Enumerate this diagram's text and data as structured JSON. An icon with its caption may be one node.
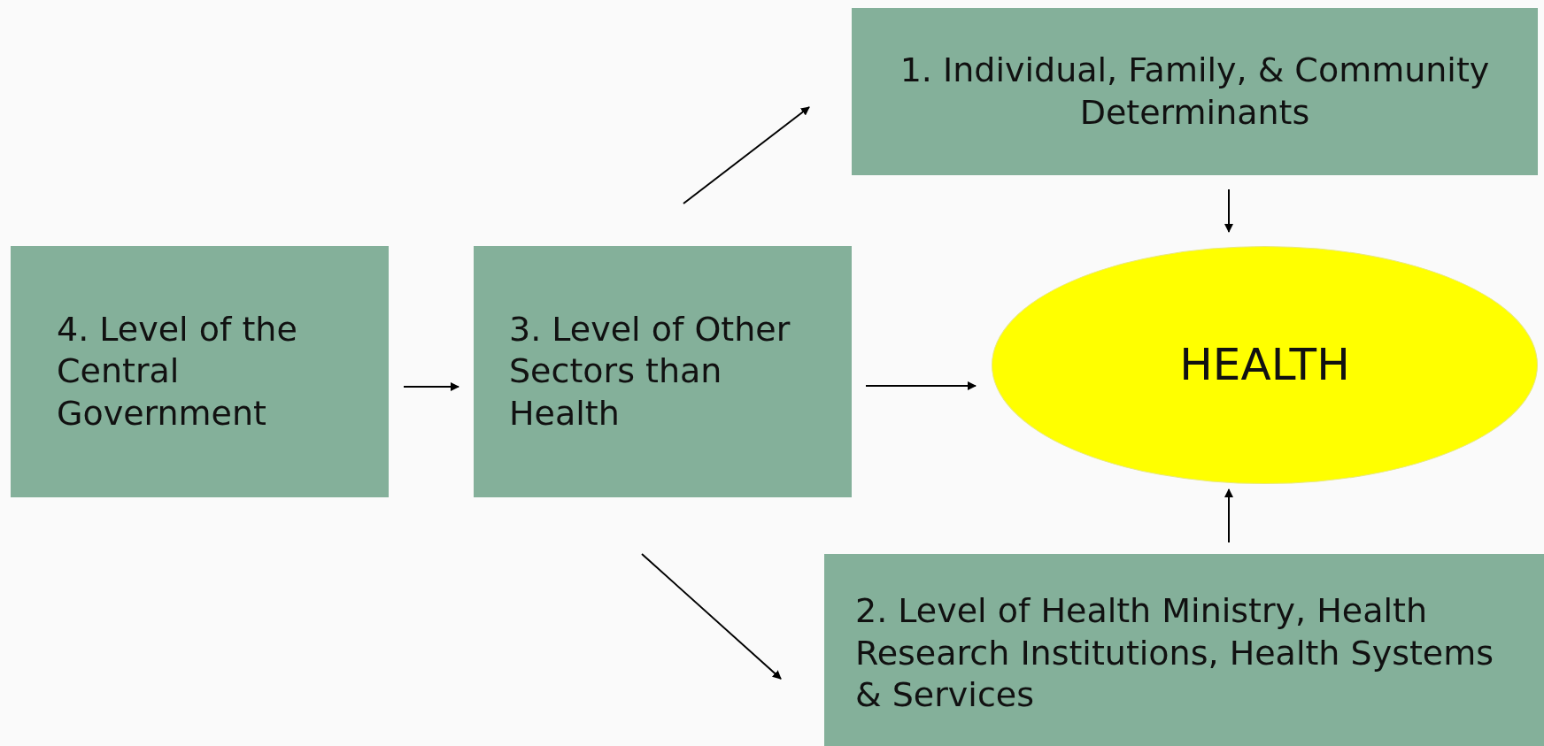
{
  "diagram": {
    "nodes": [
      {
        "text": [
          "1. Individual, Family, & Community Determinants"
        ]
      },
      {
        "text": [
          "HEALTH"
        ]
      },
      {
        "text": [
          "4. Level of the Central Government"
        ]
      },
      {
        "text": [
          "3. Level of Other Sectors than Health"
        ]
      },
      {
        "text": [
          "2. Level of Health Ministry, Health Research Institutions, Health Systems & Services"
        ]
      }
    ],
    "edges": [
      {
        "from": 2,
        "to": 3,
        "arrow": "to"
      },
      {
        "from": 3,
        "to": 1,
        "arrow": "to"
      },
      {
        "from": 3,
        "to": 0,
        "arrow": "to"
      },
      {
        "from": 3,
        "to": 4,
        "arrow": "to"
      },
      {
        "from": 0,
        "to": 1,
        "arrow": "to"
      },
      {
        "from": 4,
        "to": 1,
        "arrow": "to"
      }
    ]
  }
}
